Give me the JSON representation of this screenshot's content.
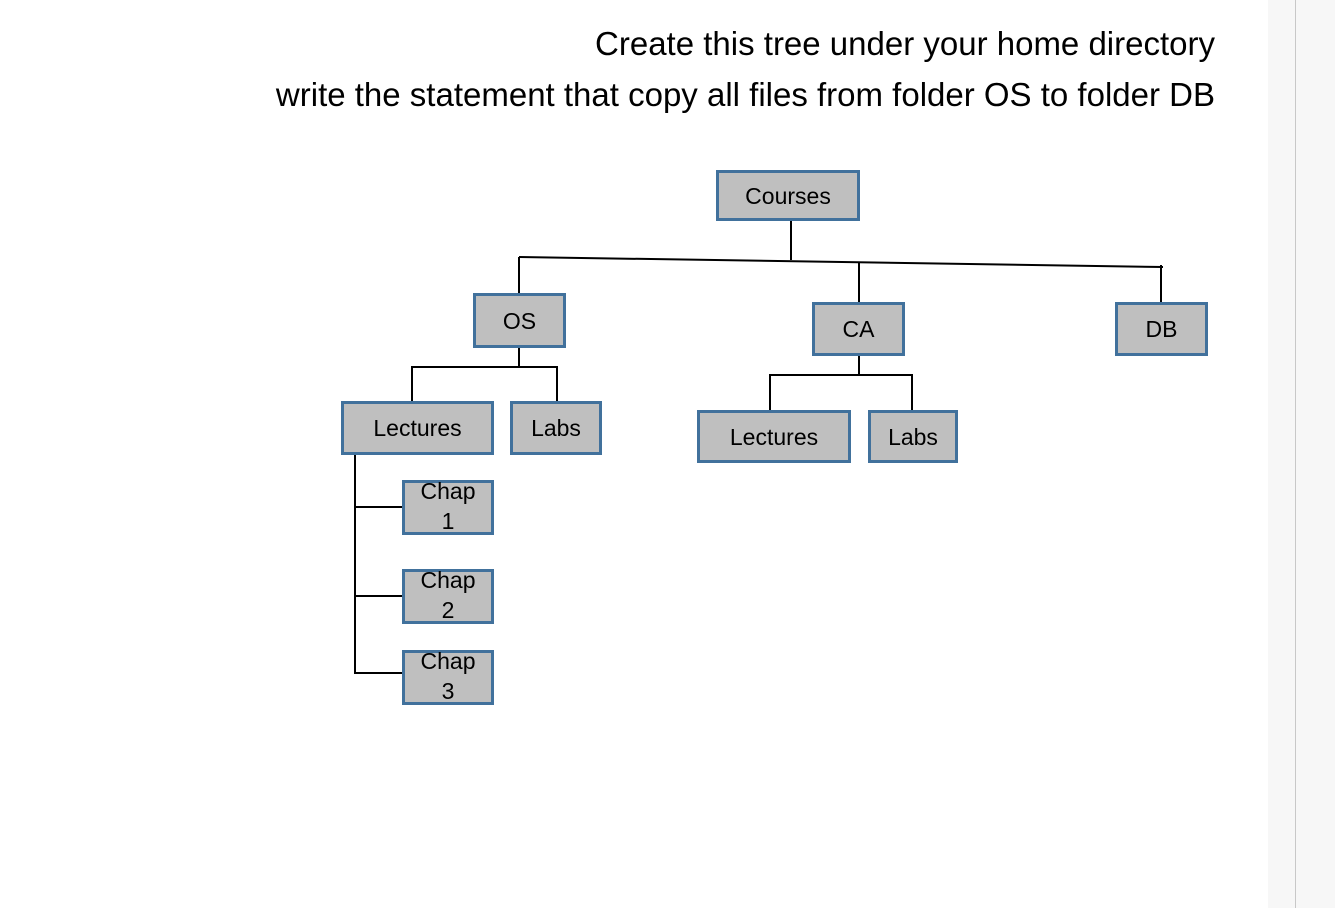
{
  "heading": {
    "line1": "Create this tree under your home directory",
    "line2": "write the statement that copy all files from folder OS to folder DB"
  },
  "colors": {
    "node_fill": "#BFBFBF",
    "node_border": "#41719C",
    "connector": "#000000",
    "canvas": "#FFFFFF",
    "gutter": "#F7F7F7"
  },
  "diagram": {
    "type": "tree",
    "root": "Courses",
    "nodes": [
      {
        "id": "courses",
        "label": "Courses",
        "level": 0,
        "parent": null
      },
      {
        "id": "os",
        "label": "OS",
        "level": 1,
        "parent": "courses"
      },
      {
        "id": "ca",
        "label": "CA",
        "level": 1,
        "parent": "courses"
      },
      {
        "id": "db",
        "label": "DB",
        "level": 1,
        "parent": "courses"
      },
      {
        "id": "os-lectures",
        "label": "Lectures",
        "level": 2,
        "parent": "os"
      },
      {
        "id": "os-labs",
        "label": "Labs",
        "level": 2,
        "parent": "os"
      },
      {
        "id": "ca-lectures",
        "label": "Lectures",
        "level": 2,
        "parent": "ca"
      },
      {
        "id": "ca-labs",
        "label": "Labs",
        "level": 2,
        "parent": "ca"
      },
      {
        "id": "chap1",
        "label": "Chap 1",
        "line1": "Chap",
        "line2": "1",
        "level": 3,
        "parent": "os-lectures"
      },
      {
        "id": "chap2",
        "label": "Chap 2",
        "line1": "Chap",
        "line2": "2",
        "level": 3,
        "parent": "os-lectures"
      },
      {
        "id": "chap3",
        "label": "Chap 3",
        "line1": "Chap",
        "line2": "3",
        "level": 3,
        "parent": "os-lectures"
      }
    ],
    "labels": {
      "courses": "Courses",
      "os": "OS",
      "ca": "CA",
      "db": "DB",
      "os_lectures": "Lectures",
      "os_labs": "Labs",
      "ca_lectures": "Lectures",
      "ca_labs": "Labs",
      "chap1_line1": "Chap",
      "chap1_line2": "1",
      "chap2_line1": "Chap",
      "chap2_line2": "2",
      "chap3_line1": "Chap",
      "chap3_line2": "3"
    }
  }
}
